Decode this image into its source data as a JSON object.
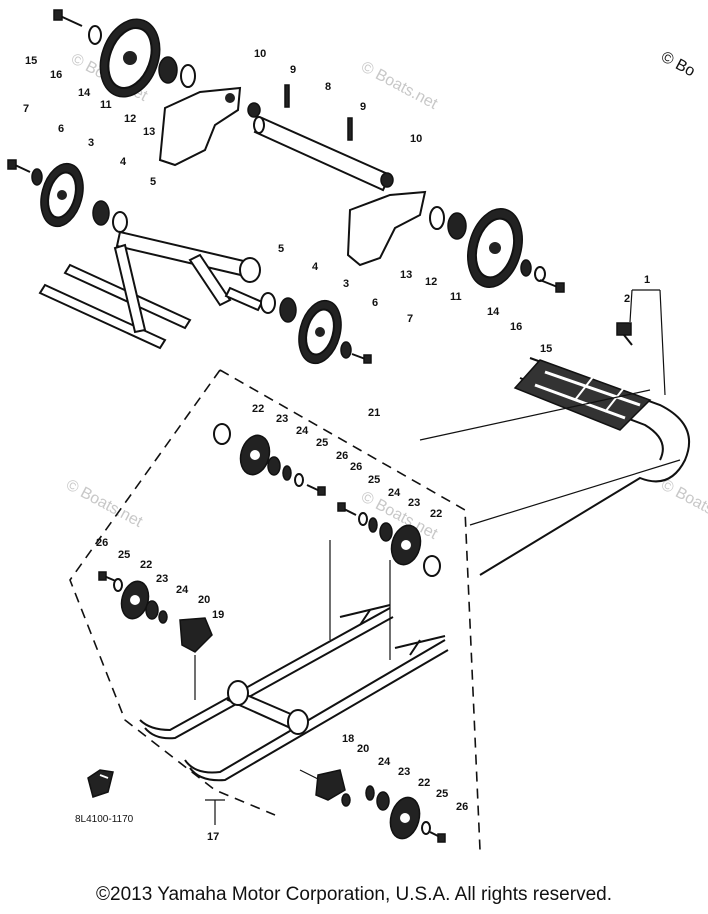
{
  "watermarks": [
    "© Boats.net",
    "© Boats.net",
    "© Boats.net",
    "© Boats.net",
    "© Boats.net",
    "© Bo"
  ],
  "diagram_code": "8L4100-1170",
  "copyright": "©2013 Yamaha Motor Corporation, U.S.A. All rights reserved.",
  "callouts": [
    {
      "label": "15"
    },
    {
      "label": "16"
    },
    {
      "label": "14"
    },
    {
      "label": "11"
    },
    {
      "label": "12"
    },
    {
      "label": "13"
    },
    {
      "label": "10"
    },
    {
      "label": "9"
    },
    {
      "label": "8"
    },
    {
      "label": "9"
    },
    {
      "label": "10"
    },
    {
      "label": "7"
    },
    {
      "label": "6"
    },
    {
      "label": "3"
    },
    {
      "label": "4"
    },
    {
      "label": "5"
    },
    {
      "label": "13"
    },
    {
      "label": "12"
    },
    {
      "label": "11"
    },
    {
      "label": "14"
    },
    {
      "label": "16"
    },
    {
      "label": "15"
    },
    {
      "label": "5"
    },
    {
      "label": "4"
    },
    {
      "label": "3"
    },
    {
      "label": "6"
    },
    {
      "label": "7"
    },
    {
      "label": "1"
    },
    {
      "label": "2"
    },
    {
      "label": "22"
    },
    {
      "label": "23"
    },
    {
      "label": "24"
    },
    {
      "label": "25"
    },
    {
      "label": "26"
    },
    {
      "label": "21"
    },
    {
      "label": "26"
    },
    {
      "label": "25"
    },
    {
      "label": "24"
    },
    {
      "label": "23"
    },
    {
      "label": "22"
    },
    {
      "label": "26"
    },
    {
      "label": "25"
    },
    {
      "label": "22"
    },
    {
      "label": "23"
    },
    {
      "label": "24"
    },
    {
      "label": "20"
    },
    {
      "label": "19"
    },
    {
      "label": "18"
    },
    {
      "label": "20"
    },
    {
      "label": "24"
    },
    {
      "label": "23"
    },
    {
      "label": "22"
    },
    {
      "label": "25"
    },
    {
      "label": "26"
    },
    {
      "label": "17"
    }
  ]
}
